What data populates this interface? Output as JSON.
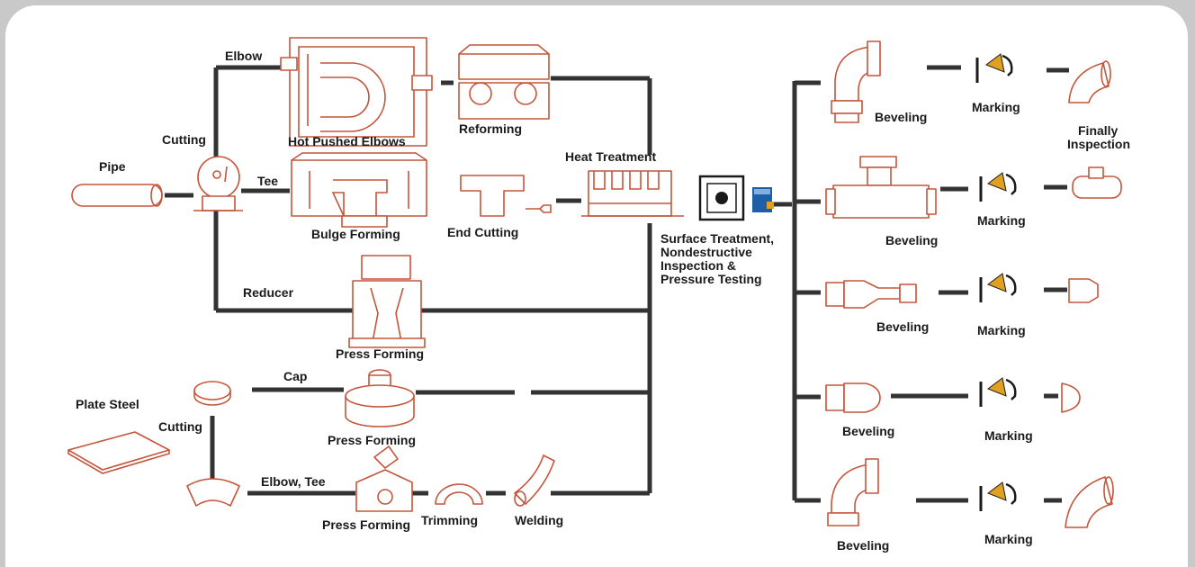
{
  "labels": {
    "pipe": "Pipe",
    "cutting_pipe": "Cutting",
    "elbow": "Elbow",
    "tee": "Tee",
    "reducer": "Reducer",
    "hot_pushed_elbows": "Hot Pushed Elbows",
    "reforming": "Reforming",
    "bulge_forming": "Bulge Forming",
    "end_cutting": "End Cutting",
    "heat_treatment": "Heat Treatment",
    "press_forming_reducer": "Press Forming",
    "plate_steel": "Plate Steel",
    "cutting_plate": "Cutting",
    "cap": "Cap",
    "press_forming_cap": "Press Forming",
    "elbow_tee": "Elbow, Tee",
    "press_forming_plate": "Press Forming",
    "trimming": "Trimming",
    "welding": "Welding",
    "surface_treatment": [
      "Surface Treatment,",
      "Nondestructive",
      "Inspection &",
      "Pressure Testing"
    ],
    "finally_inspection": [
      "Finally",
      "Inspection"
    ]
  },
  "branches": [
    {
      "beveling": "Beveling",
      "marking": "Marking"
    },
    {
      "beveling": "Beveling",
      "marking": "Marking"
    },
    {
      "beveling": "Beveling",
      "marking": "Marking"
    },
    {
      "beveling": "Beveling",
      "marking": "Marking"
    },
    {
      "beveling": "Beveling",
      "marking": "Marking"
    }
  ],
  "colors": {
    "connector": "#333333",
    "equipment_outline": "#c4553a",
    "frame": "#ffffff",
    "background": "#c9c9c9"
  }
}
